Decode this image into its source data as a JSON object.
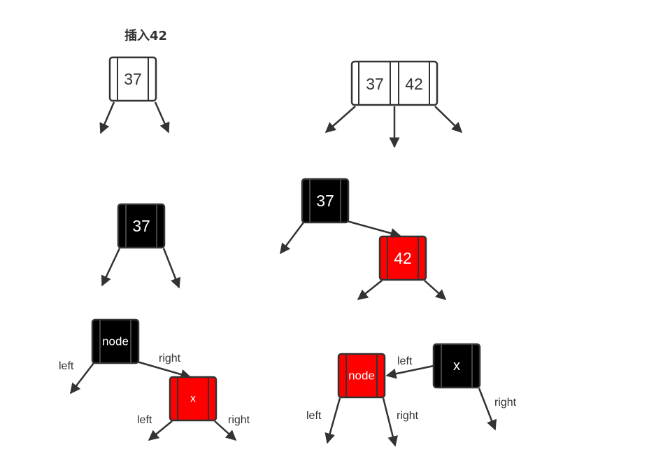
{
  "title": "插入42",
  "nodes": {
    "n37_plain": "37",
    "n3742_left": "37",
    "n3742_right": "42",
    "n37_black_a": "37",
    "n37_black_b": "37",
    "n42_red": "42",
    "node_black": "node",
    "x_red": "x",
    "node_red": "node",
    "x_black": "x"
  },
  "labels": {
    "left": "left",
    "right": "right"
  },
  "colors": {
    "black_node": "#000000",
    "red_node": "#ff0000",
    "white_node": "#ffffff",
    "stroke": "#333333"
  }
}
